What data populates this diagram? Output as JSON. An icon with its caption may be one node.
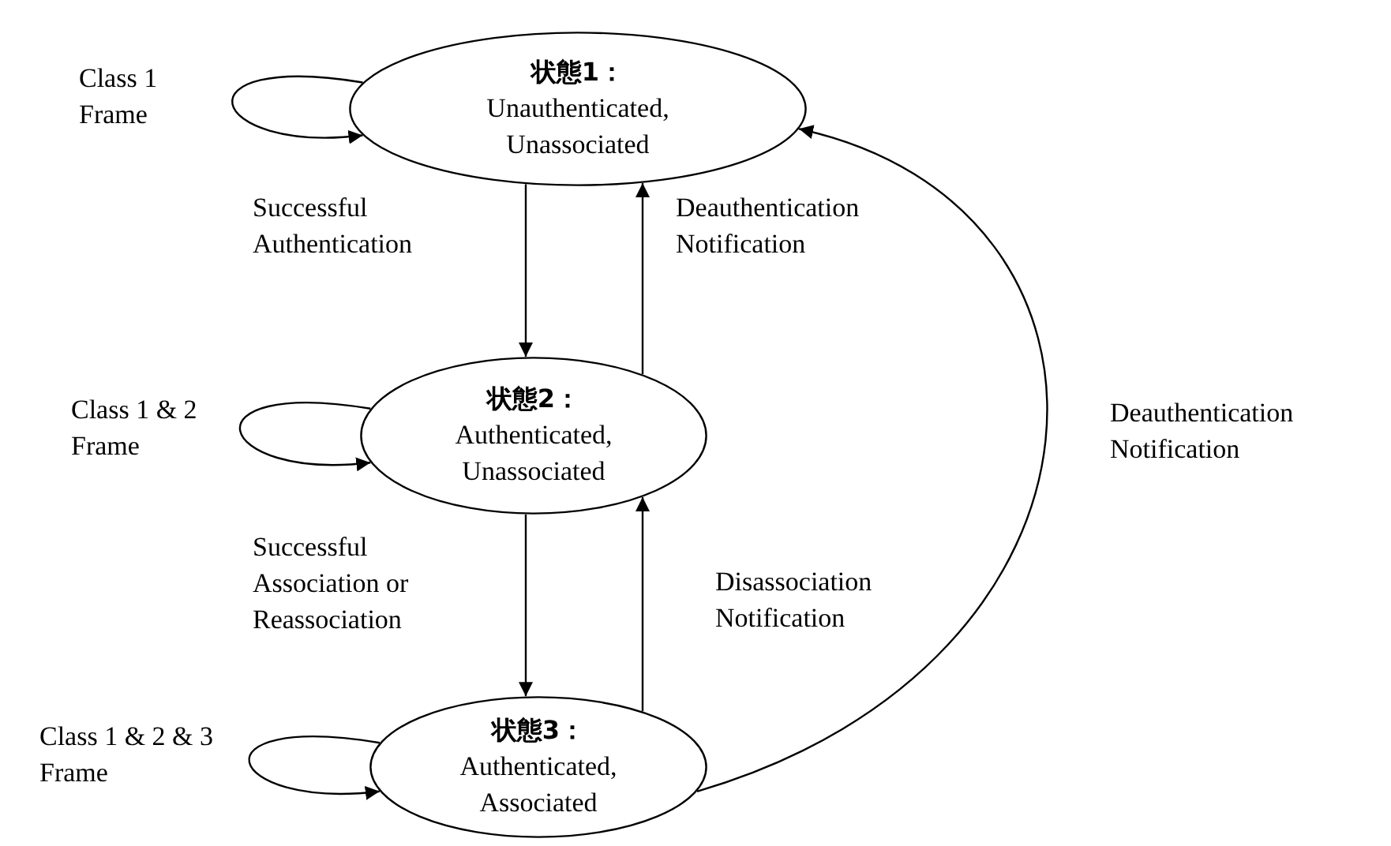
{
  "diagram": {
    "nodes": [
      {
        "text": [
          "状態1：",
          "Unauthenticated, Unassociated"
        ]
      },
      {
        "text": [
          "状態2：",
          "Authenticated, Unassociated"
        ]
      },
      {
        "text": [
          "状態3：",
          "Authenticated, Associated"
        ]
      }
    ],
    "edges": [
      {
        "from": 0,
        "to": 0,
        "arrow": "to",
        "label": "Class 1 Frame"
      },
      {
        "from": 0,
        "to": 1,
        "arrow": "to",
        "label": "Successful Authentication"
      },
      {
        "from": 1,
        "to": 0,
        "arrow": "to",
        "label": "Deauthentication Notification"
      },
      {
        "from": 1,
        "to": 1,
        "arrow": "to",
        "label": "Class 1 & 2 Frame"
      },
      {
        "from": 1,
        "to": 2,
        "arrow": "to",
        "label": "Successful Association or Reassociation"
      },
      {
        "from": 2,
        "to": 1,
        "arrow": "to",
        "label": "Disassociation Notification"
      },
      {
        "from": 2,
        "to": 2,
        "arrow": "to",
        "label": "Class 1 & 2 & 3 Frame"
      },
      {
        "from": 2,
        "to": 0,
        "arrow": "to",
        "label": "Deauthentication Notification"
      }
    ]
  }
}
